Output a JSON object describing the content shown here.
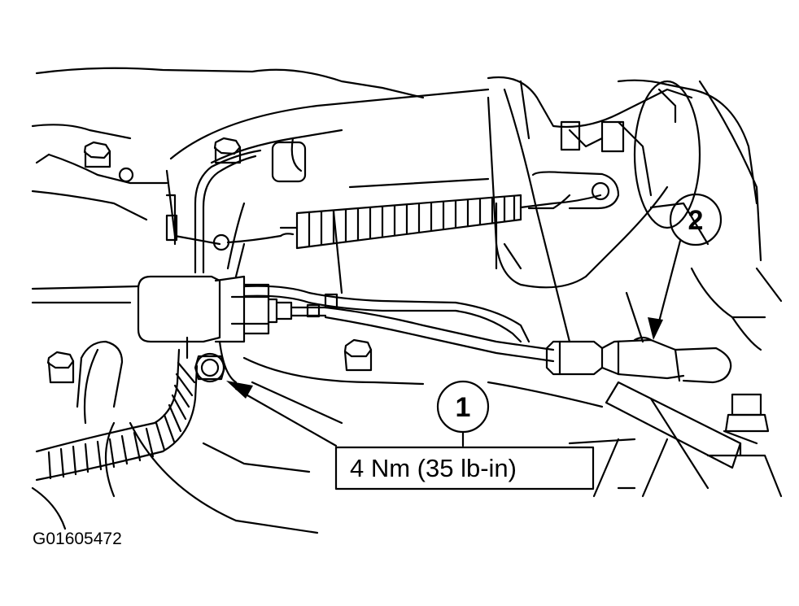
{
  "callouts": [
    {
      "number": "1"
    },
    {
      "number": "2"
    }
  ],
  "torque_spec": "4 Nm (35 lb-in)",
  "figure_id": "G01605472",
  "colors": {
    "line": "#000000",
    "background": "#ffffff"
  }
}
